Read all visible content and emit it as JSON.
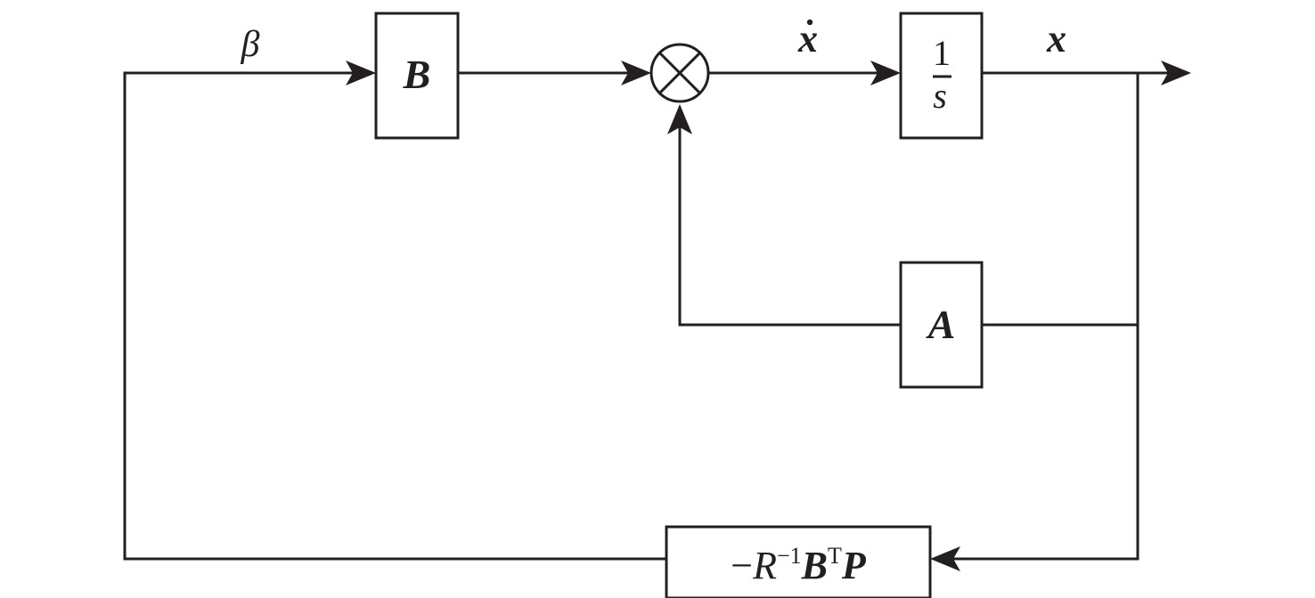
{
  "diagram": {
    "type": "block-diagram",
    "colors": {
      "line": "#231f20",
      "background": "#ffffff"
    },
    "signals": {
      "beta": "β",
      "x_dot": "x",
      "x_dot_accent": "˙",
      "x": "x"
    },
    "blocks": {
      "B": {
        "label": "B"
      },
      "integrator": {
        "numerator": "1",
        "denominator": "s"
      },
      "A": {
        "label": "A"
      },
      "feedback_gain": {
        "minus": "−",
        "R": "R",
        "R_sup": "−1",
        "B": "B",
        "B_sup": "T",
        "P": "P"
      }
    },
    "summing_junction": {
      "symbol": "multiply-cross"
    },
    "connections": [
      {
        "from": "beta",
        "to": "B"
      },
      {
        "from": "B",
        "to": "summing_junction"
      },
      {
        "from": "summing_junction",
        "to": "integrator",
        "signal": "x_dot"
      },
      {
        "from": "integrator",
        "to": "output",
        "signal": "x"
      },
      {
        "from": "x",
        "to": "A"
      },
      {
        "from": "A",
        "to": "summing_junction"
      },
      {
        "from": "x",
        "to": "feedback_gain"
      },
      {
        "from": "feedback_gain",
        "to": "beta"
      }
    ]
  }
}
